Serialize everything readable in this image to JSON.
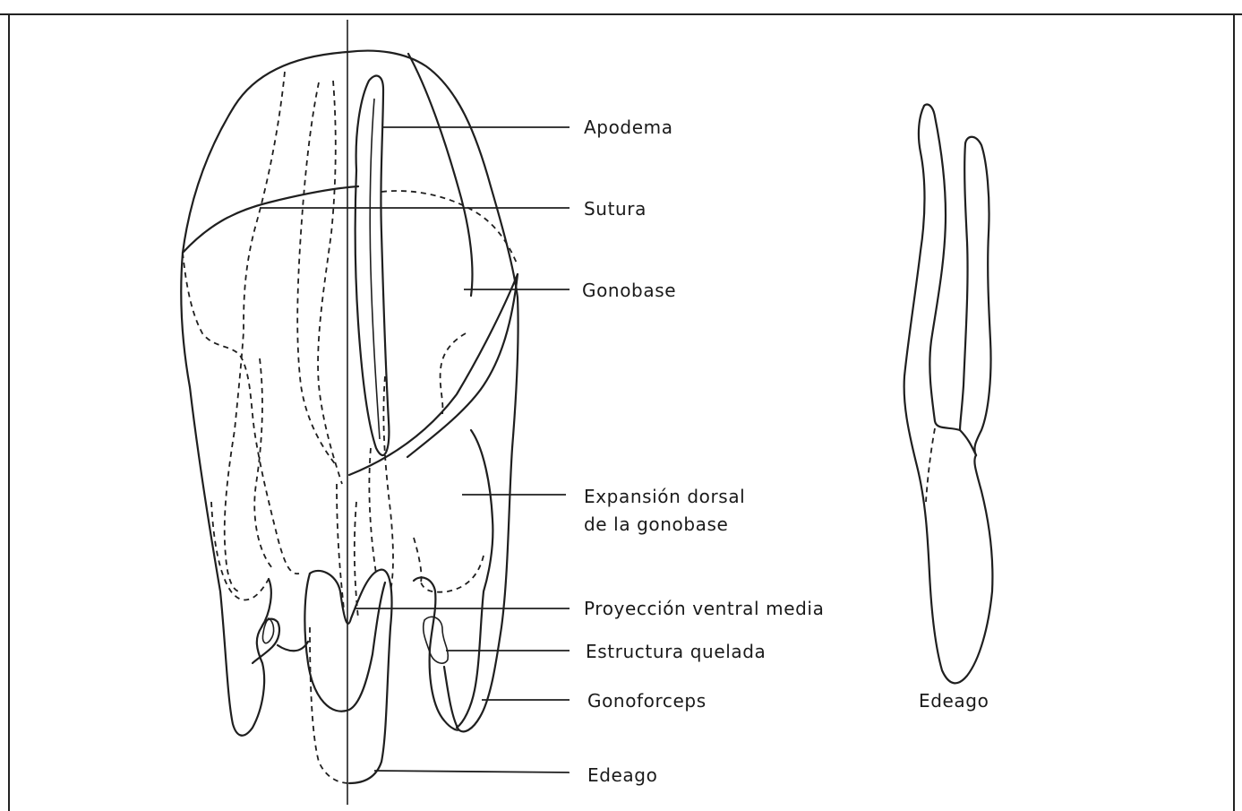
{
  "labels": {
    "apodema": "Apodema",
    "sutura": "Sutura",
    "gonobase": "Gonobase",
    "expansion_line1": "Expansión dorsal",
    "expansion_line2": "de la gonobase",
    "proyeccion": "Proyección ventral media",
    "estructura": "Estructura quelada",
    "gonoforceps": "Gonoforceps",
    "edeago_main": "Edeago",
    "edeago_side": "Edeago"
  }
}
